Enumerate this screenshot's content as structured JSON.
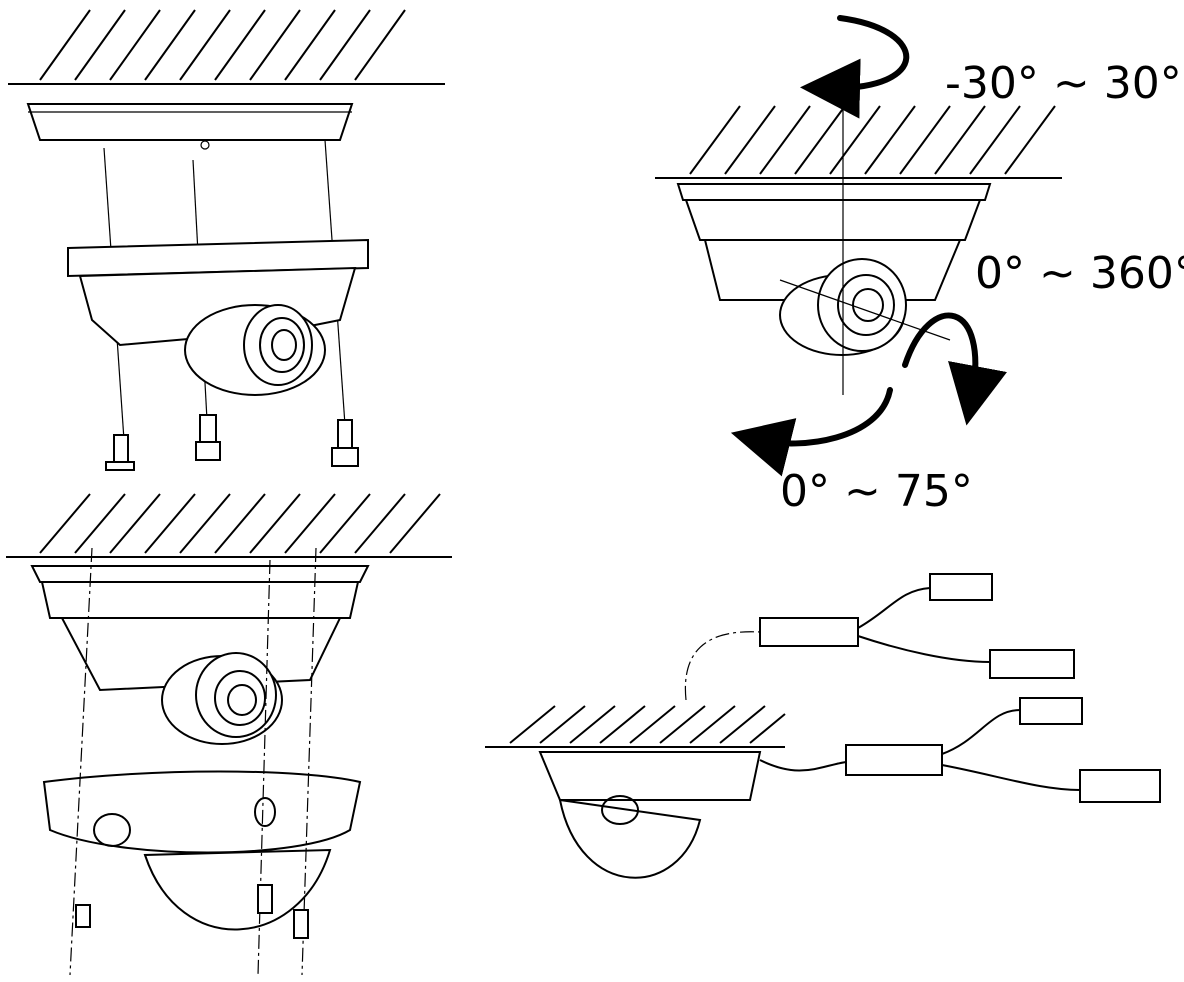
{
  "diagram": {
    "labels": {
      "pan_range": "-30° ~ 30°",
      "rotation_range": "0° ~ 360°",
      "tilt_range": "0° ~ 75°"
    },
    "panels": [
      "mount-plate-install",
      "adjust-angles",
      "cover-install",
      "cable-connection"
    ]
  }
}
